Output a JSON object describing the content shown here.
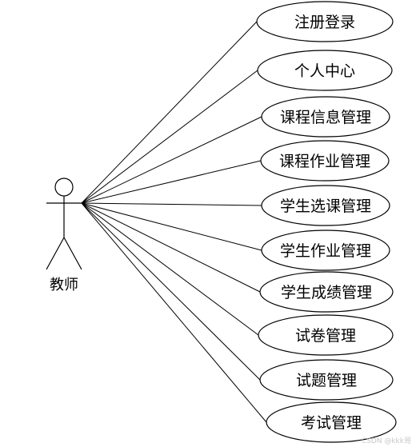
{
  "actor": {
    "label": "教师",
    "icon": "stick-figure-actor"
  },
  "use_cases": [
    {
      "label": "注册登录"
    },
    {
      "label": "个人中心"
    },
    {
      "label": "课程信息管理"
    },
    {
      "label": "课程作业管理"
    },
    {
      "label": "学生选课管理"
    },
    {
      "label": "学生作业管理"
    },
    {
      "label": "学生成绩管理"
    },
    {
      "label": "试卷管理"
    },
    {
      "label": "试题管理"
    },
    {
      "label": "考试管理"
    }
  ],
  "watermark": "CSDN @kkk哥",
  "colors": {
    "stroke": "#000000",
    "background": "#ffffff"
  }
}
